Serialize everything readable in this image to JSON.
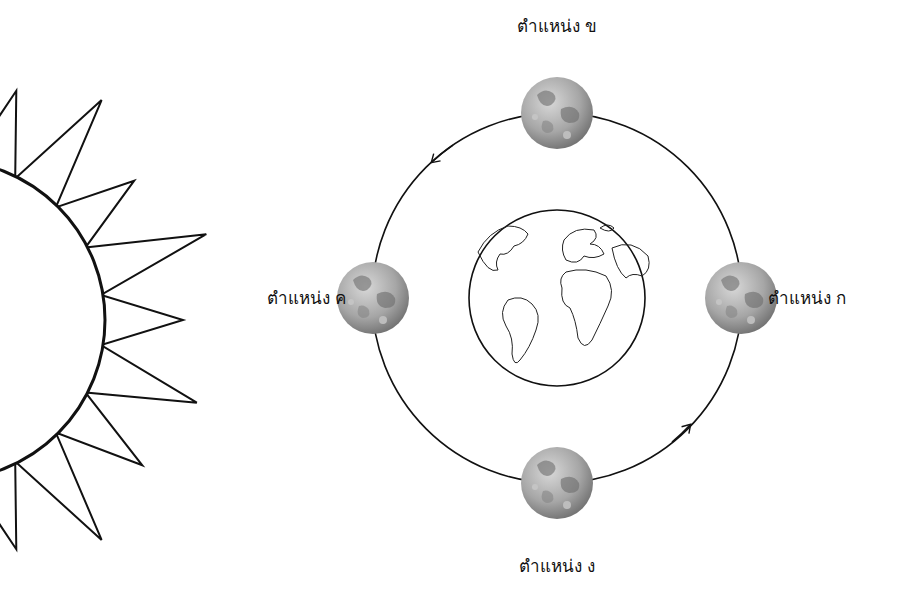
{
  "diagram": {
    "labels": [
      "ตำแหน่ง ข",
      "ตำแหน่ง ค",
      "ตำแหน่ง ก",
      "ตำแหน่ง ง"
    ]
  }
}
